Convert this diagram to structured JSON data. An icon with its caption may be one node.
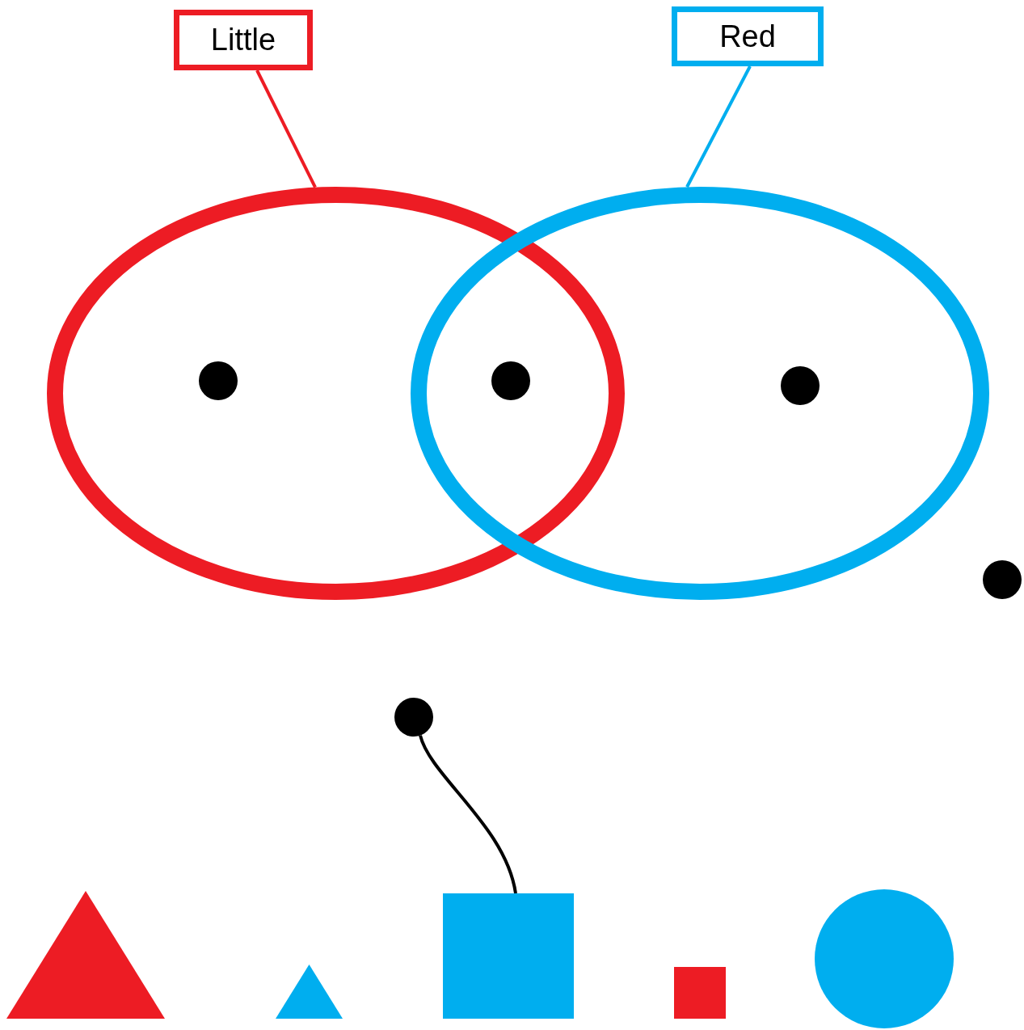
{
  "diagram": {
    "nodes": [
      {
        "text": [
          "Little"
        ]
      },
      {
        "text": [
          "Red"
        ]
      },
      {
        "text": [],
        "shape": "ellipse"
      },
      {
        "text": [],
        "shape": "ellipse"
      },
      {
        "text": [],
        "shape": "circle",
        "in": 2
      },
      {
        "text": [],
        "shape": "circle"
      },
      {
        "text": [],
        "shape": "circle",
        "in": 3
      },
      {
        "text": [],
        "shape": "circle"
      },
      {
        "text": [],
        "shape": "circle"
      },
      {
        "text": [],
        "shape": "triangle"
      },
      {
        "text": [],
        "shape": "triangle"
      },
      {
        "text": [],
        "shape": "box"
      },
      {
        "text": [],
        "shape": "box"
      },
      {
        "text": [],
        "shape": "circle"
      }
    ],
    "edges": [
      {
        "from": 0,
        "to": 2,
        "arrow": "none",
        "color": "#ed1c24"
      },
      {
        "from": 1,
        "to": 3,
        "arrow": "none",
        "color": "#00aeef"
      },
      {
        "from": 8,
        "to": 11,
        "arrow": "none",
        "color": "#000000"
      }
    ]
  }
}
